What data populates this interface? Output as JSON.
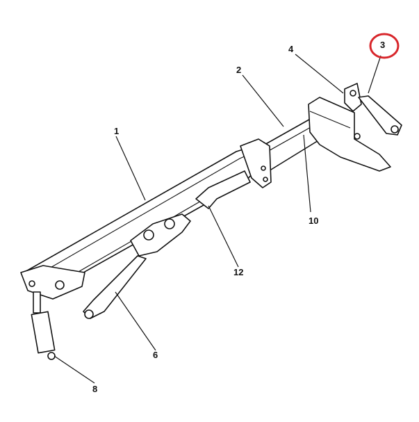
{
  "diagram": {
    "callouts": [
      {
        "id": "c1",
        "label": "1"
      },
      {
        "id": "c2",
        "label": "2"
      },
      {
        "id": "c3",
        "label": "3",
        "highlighted": true
      },
      {
        "id": "c4",
        "label": "4"
      },
      {
        "id": "c6",
        "label": "6"
      },
      {
        "id": "c8",
        "label": "8"
      },
      {
        "id": "c10",
        "label": "10"
      },
      {
        "id": "c12",
        "label": "12"
      }
    ],
    "highlight_color": "#d8262b",
    "line_color": "#111111"
  }
}
